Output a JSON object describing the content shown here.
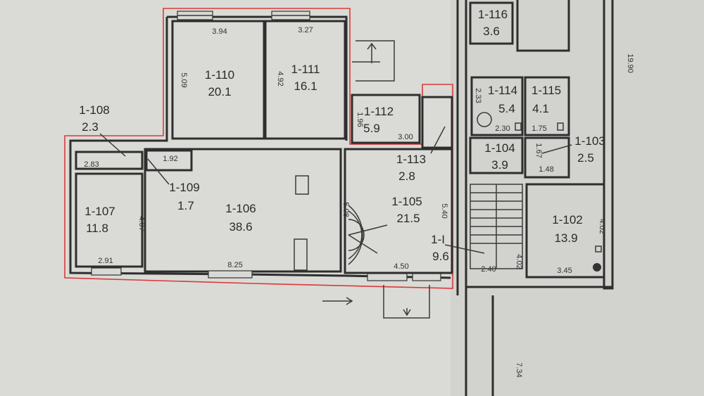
{
  "rooms": [
    {
      "id": "1-110",
      "area": "20.1"
    },
    {
      "id": "1-111",
      "area": "16.1"
    },
    {
      "id": "1-112",
      "area": "5.9"
    },
    {
      "id": "1-108",
      "area": "2.3"
    },
    {
      "id": "1-109",
      "area": "1.7"
    },
    {
      "id": "1-107",
      "area": "11.8"
    },
    {
      "id": "1-106",
      "area": "38.6"
    },
    {
      "id": "1-113",
      "area": "2.8"
    },
    {
      "id": "1-105",
      "area": "21.5"
    },
    {
      "id": "1-I",
      "area": "9.6"
    },
    {
      "id": "1-116",
      "area": "3.6"
    },
    {
      "id": "1-114",
      "area": "5.4"
    },
    {
      "id": "1-115",
      "area": "4.1"
    },
    {
      "id": "1-104",
      "area": "3.9"
    },
    {
      "id": "1-103",
      "area": "2.5"
    },
    {
      "id": "1-102",
      "area": "13.9"
    }
  ],
  "dimensions": [
    "3.94",
    "3.27",
    "5.09",
    "4.92",
    "1.96",
    "3.00",
    "2.83",
    "1.92",
    "4.07",
    "2.91",
    "8.25",
    "5.08",
    "5.40",
    "4.50",
    "2.33",
    "2.30",
    "1.75",
    "1.67",
    "1.48",
    "2.40",
    "4.02",
    "3.45",
    "4.02",
    "19.90",
    "7.34"
  ]
}
